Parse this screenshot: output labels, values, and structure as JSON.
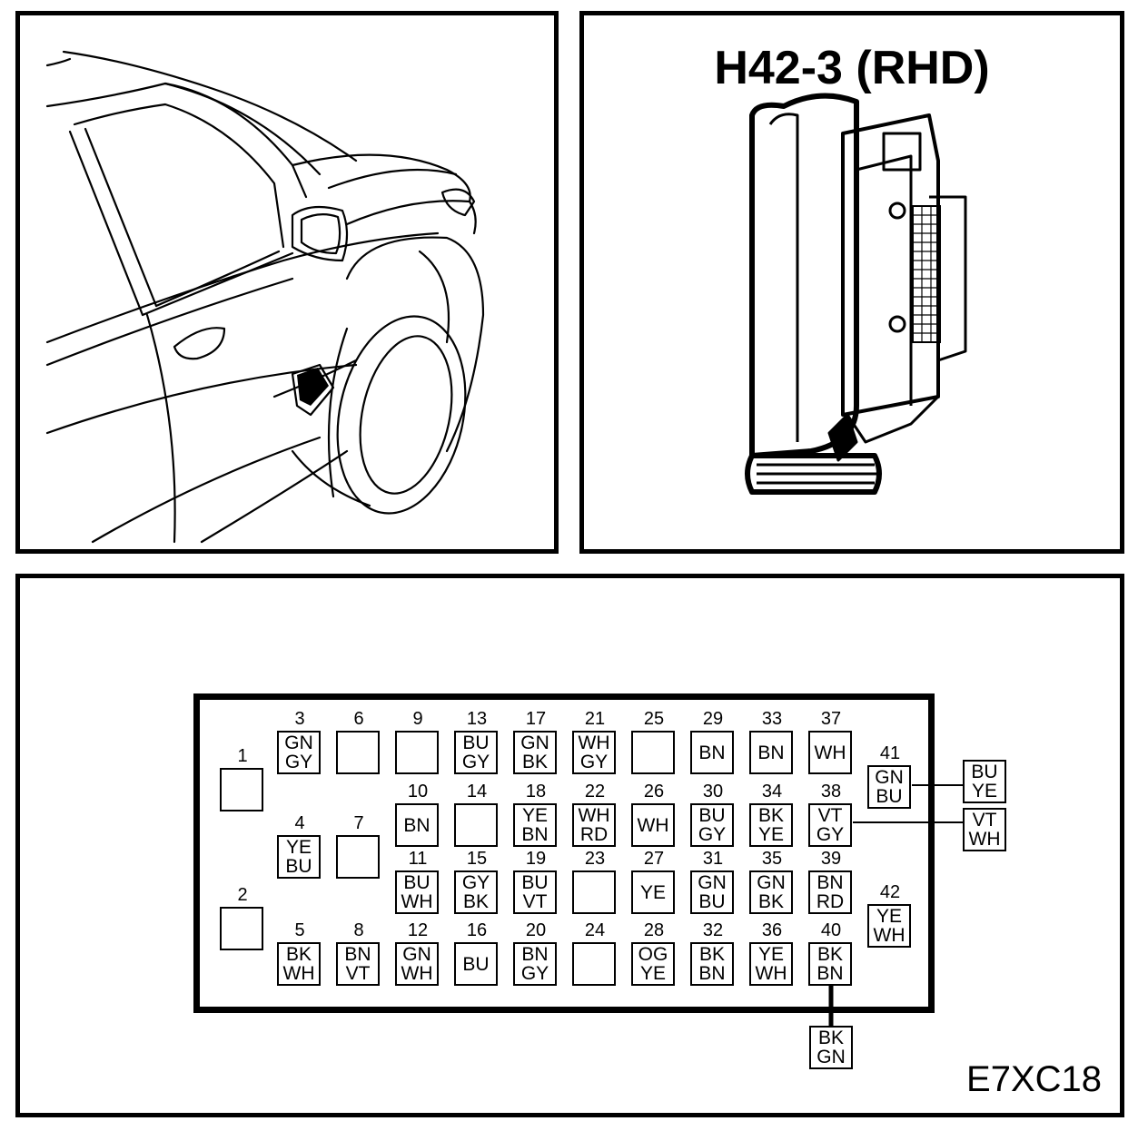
{
  "connector_title": "H42-3 (RHD)",
  "figure_code": "E7XC18",
  "pins": [
    {
      "num": "1",
      "colors": []
    },
    {
      "num": "2",
      "colors": []
    },
    {
      "num": "3",
      "colors": [
        "GN",
        "GY"
      ]
    },
    {
      "num": "4",
      "colors": [
        "YE",
        "BU"
      ]
    },
    {
      "num": "5",
      "colors": [
        "BK",
        "WH"
      ]
    },
    {
      "num": "6",
      "colors": []
    },
    {
      "num": "7",
      "colors": []
    },
    {
      "num": "8",
      "colors": [
        "BN",
        "VT"
      ]
    },
    {
      "num": "9",
      "colors": []
    },
    {
      "num": "10",
      "colors": [
        "BN"
      ]
    },
    {
      "num": "11",
      "colors": [
        "BU",
        "WH"
      ]
    },
    {
      "num": "12",
      "colors": [
        "GN",
        "WH"
      ]
    },
    {
      "num": "13",
      "colors": [
        "BU",
        "GY"
      ]
    },
    {
      "num": "14",
      "colors": []
    },
    {
      "num": "15",
      "colors": [
        "GY",
        "BK"
      ]
    },
    {
      "num": "16",
      "colors": [
        "BU"
      ]
    },
    {
      "num": "17",
      "colors": [
        "GN",
        "BK"
      ]
    },
    {
      "num": "18",
      "colors": [
        "YE",
        "BN"
      ]
    },
    {
      "num": "19",
      "colors": [
        "BU",
        "VT"
      ]
    },
    {
      "num": "20",
      "colors": [
        "BN",
        "GY"
      ]
    },
    {
      "num": "21",
      "colors": [
        "WH",
        "GY"
      ]
    },
    {
      "num": "22",
      "colors": [
        "WH",
        "RD"
      ]
    },
    {
      "num": "23",
      "colors": []
    },
    {
      "num": "24",
      "colors": []
    },
    {
      "num": "25",
      "colors": []
    },
    {
      "num": "26",
      "colors": [
        "WH"
      ]
    },
    {
      "num": "27",
      "colors": [
        "YE"
      ]
    },
    {
      "num": "28",
      "colors": [
        "OG",
        "YE"
      ]
    },
    {
      "num": "29",
      "colors": [
        "BN"
      ]
    },
    {
      "num": "30",
      "colors": [
        "BU",
        "GY"
      ]
    },
    {
      "num": "31",
      "colors": [
        "GN",
        "BU"
      ]
    },
    {
      "num": "32",
      "colors": [
        "BK",
        "BN"
      ]
    },
    {
      "num": "33",
      "colors": [
        "BN"
      ]
    },
    {
      "num": "34",
      "colors": [
        "BK",
        "YE"
      ]
    },
    {
      "num": "35",
      "colors": [
        "GN",
        "BK"
      ]
    },
    {
      "num": "36",
      "colors": [
        "YE",
        "WH"
      ]
    },
    {
      "num": "37",
      "colors": [
        "WH"
      ]
    },
    {
      "num": "38",
      "colors": [
        "VT",
        "GY"
      ]
    },
    {
      "num": "39",
      "colors": [
        "BN",
        "RD"
      ]
    },
    {
      "num": "40",
      "colors": [
        "BK",
        "BN"
      ]
    },
    {
      "num": "41",
      "colors": [
        "GN",
        "BU"
      ]
    },
    {
      "num": "42",
      "colors": [
        "YE",
        "WH"
      ]
    }
  ],
  "external_wires": [
    {
      "from_pin": "41",
      "colors": [
        "BU",
        "YE"
      ]
    },
    {
      "from_pin": "38",
      "colors": [
        "VT",
        "WH"
      ]
    },
    {
      "from_pin": "40",
      "colors": [
        "BK",
        "GN"
      ]
    }
  ]
}
